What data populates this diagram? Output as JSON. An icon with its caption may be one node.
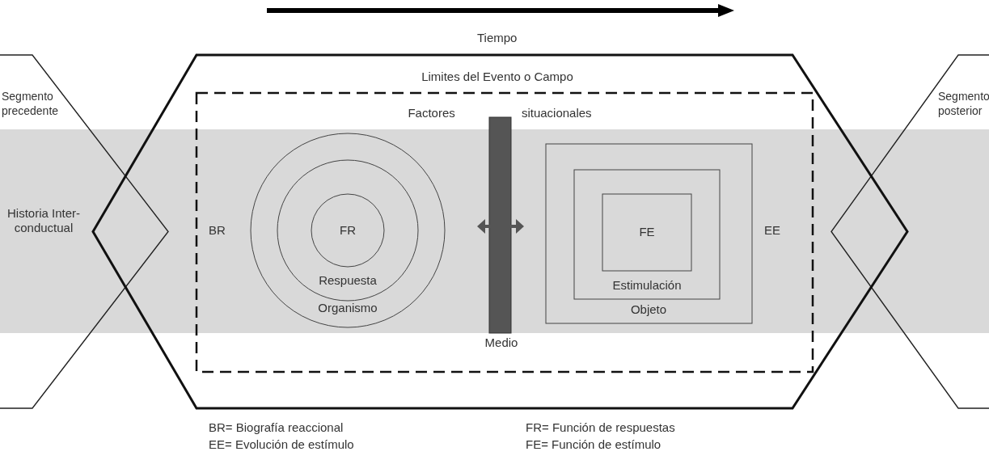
{
  "diagram": {
    "nodes": [
      {
        "text": [],
        "shape": "band"
      },
      {
        "text": [
          "Segmento precedente",
          "Historia Inter-conductual"
        ]
      },
      {
        "text": [
          "Segmento posterior"
        ]
      },
      {
        "text": [
          "Limites del Evento o Campo"
        ]
      },
      {
        "text": [
          "Factores situacionales"
        ],
        "in": 3
      },
      {
        "text": [
          "Organismo"
        ]
      },
      {
        "text": [
          "Respuesta"
        ],
        "in": 5
      },
      {
        "text": [
          "FR"
        ],
        "in": 6
      },
      {
        "text": [
          "Objeto"
        ]
      },
      {
        "text": [
          "Estimulación"
        ],
        "in": 8
      },
      {
        "text": [
          "FE"
        ],
        "in": 9
      },
      {
        "text": [],
        "shape": "bar",
        "beside": [
          "Medio"
        ]
      }
    ],
    "edges": [],
    "labels": [
      "Tiempo",
      "BR",
      "EE",
      "BR= Biografía reaccional",
      "FR= Función de respuestas",
      "EE= Evolución de estímulo",
      "FE= Función de estímulo"
    ]
  }
}
